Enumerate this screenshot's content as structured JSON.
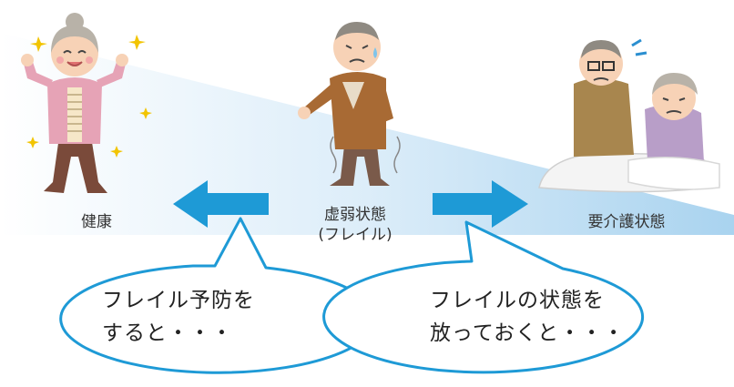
{
  "labels": {
    "health": "健康",
    "frailty_line1": "虚弱状態",
    "frailty_line2": "(フレイル)",
    "care": "要介護状態"
  },
  "bubbles": {
    "left_line1": "フレイル予防を",
    "left_line2": "すると・・・",
    "right_line1": "フレイルの状態を",
    "right_line2": "放っておくと・・・"
  },
  "colors": {
    "arrow": "#1e9ad6",
    "bubble_stroke": "#1e9ad6",
    "gradient_light": "#ffffff",
    "gradient_dark": "#a9d3ef"
  },
  "icons": [
    "happy-grandmother-icon",
    "frail-elderly-man-icon",
    "bedridden-elderly-couple-icon"
  ]
}
